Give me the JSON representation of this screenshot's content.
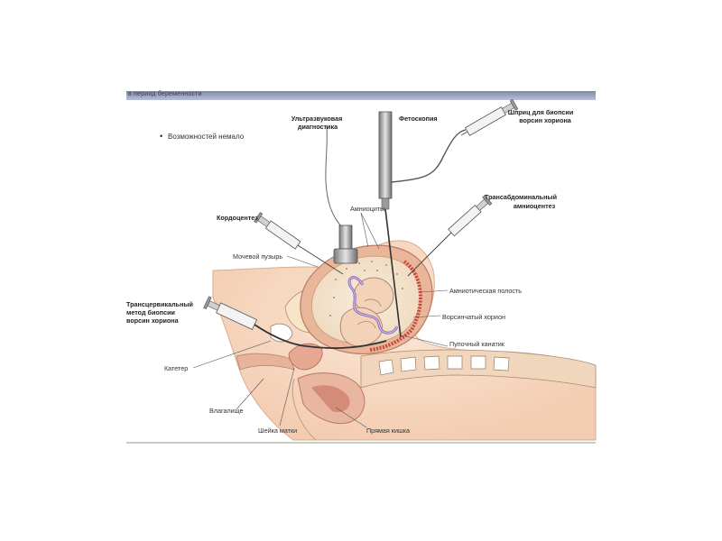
{
  "header": {
    "title": "в период беременности"
  },
  "slide": {
    "bullet_text": "Возможностей немало"
  },
  "diagram": {
    "labels": [
      {
        "id": "ultrasound",
        "lines": [
          "Ультразвуковая",
          "диагностика"
        ]
      },
      {
        "id": "fetoscopy",
        "lines": [
          "Фетоскопия"
        ]
      },
      {
        "id": "syringe",
        "lines": [
          "Шприц для биопсии",
          "ворсин хориона"
        ]
      },
      {
        "id": "transabdominal",
        "lines": [
          "Трансабдоминальный",
          "амниоцентез"
        ]
      },
      {
        "id": "cordocentesis",
        "lines": [
          "Кордоцентез"
        ]
      },
      {
        "id": "amniocytes",
        "lines": [
          "Амниоциты"
        ]
      },
      {
        "id": "bladder",
        "lines": [
          "Мочевой пузырь"
        ]
      },
      {
        "id": "amniotic",
        "lines": [
          "Амниотическая полость"
        ]
      },
      {
        "id": "transcervical",
        "lines": [
          "Трансцервикальный",
          "метод биопсии",
          "ворсин хориона"
        ]
      },
      {
        "id": "chorion",
        "lines": [
          "Ворсинчатый хорион"
        ]
      },
      {
        "id": "cord",
        "lines": [
          "Пупочный канатик"
        ]
      },
      {
        "id": "catheter",
        "lines": [
          "Катетер"
        ]
      },
      {
        "id": "vagina",
        "lines": [
          "Влагалище"
        ]
      },
      {
        "id": "cervix",
        "lines": [
          "Шейка матки"
        ]
      },
      {
        "id": "rectum",
        "lines": [
          "Прямая кишка"
        ]
      }
    ]
  }
}
